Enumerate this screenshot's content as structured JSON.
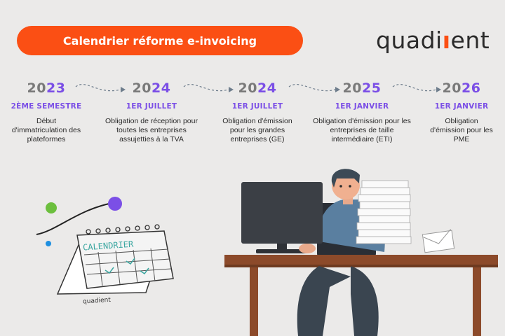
{
  "header": {
    "title": "Calendrier réforme e-invoicing",
    "logo_text_before": "quadi",
    "logo_text_after": "ent",
    "brand_color": "#fb4f14",
    "accent_color": "#7b4fe6"
  },
  "timeline": [
    {
      "year_prefix": "20",
      "year_suffix": "23",
      "date": "2ÈME SEMESTRE",
      "description": "Début d'immatriculation des plateformes"
    },
    {
      "year_prefix": "20",
      "year_suffix": "24",
      "date": "1ER JUILLET",
      "description": "Obligation de réception pour toutes les entreprises assujetties à la TVA"
    },
    {
      "year_prefix": "20",
      "year_suffix": "24",
      "date": "1ER JUILLET",
      "description": "Obligation d'émission pour les grandes entreprises (GE)"
    },
    {
      "year_prefix": "20",
      "year_suffix": "25",
      "date": "1ER JANVIER",
      "description": "Obligation d'émission pour les entreprises de taille intermédiaire (ETI)"
    },
    {
      "year_prefix": "20",
      "year_suffix": "26",
      "date": "1ER JANVIER",
      "description": "Obligation d'émission pour les PME"
    }
  ],
  "illustration": {
    "calendar_label": "CALENDRIER",
    "calendar_brand": "quadient"
  }
}
